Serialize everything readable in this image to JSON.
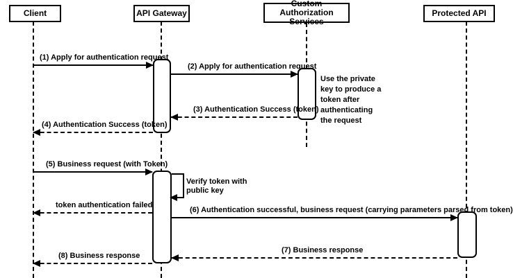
{
  "diagram": {
    "kind": "sequence-diagram",
    "participants": [
      {
        "label": "Client"
      },
      {
        "label": "API Gateway"
      },
      {
        "label": "Custom Authorization Services"
      },
      {
        "label": "Protected API"
      }
    ],
    "messages": [
      {
        "label": "(1) Apply for authentication request",
        "from": "Client",
        "to": "API Gateway",
        "line": "solid"
      },
      {
        "label": "(2) Apply for authentication request",
        "from": "API Gateway",
        "to": "Custom Authorization Services",
        "line": "solid"
      },
      {
        "label": "(3) Authentication Success (token)",
        "from": "Custom Authorization Services",
        "to": "API Gateway",
        "line": "dashed"
      },
      {
        "label": "(4) Authentication Success (token)",
        "from": "API Gateway",
        "to": "Client",
        "line": "dashed"
      },
      {
        "label": "(5) Business request (with Token)",
        "from": "Client",
        "to": "API Gateway",
        "line": "solid"
      },
      {
        "label": "token authentication failed",
        "from": "API Gateway",
        "to": "Client",
        "line": "dashed"
      },
      {
        "label": "(6) Authentication successful, business request (carrying parameters parsed from token)",
        "from": "API Gateway",
        "to": "Protected API",
        "line": "solid"
      },
      {
        "label": "(7) Business response",
        "from": "Protected API",
        "to": "API Gateway",
        "line": "dashed"
      },
      {
        "label": "(8) Business response",
        "from": "API Gateway",
        "to": "Client",
        "line": "dashed"
      }
    ],
    "self_message": {
      "label": "Verify token with public key",
      "on": "API Gateway"
    },
    "note": {
      "label": "Use the private key to produce a token after authenticating the request"
    },
    "colors": {
      "line": "#000000",
      "background": "#ffffff",
      "box_fill": "#ffffff",
      "text": "#000000"
    }
  }
}
